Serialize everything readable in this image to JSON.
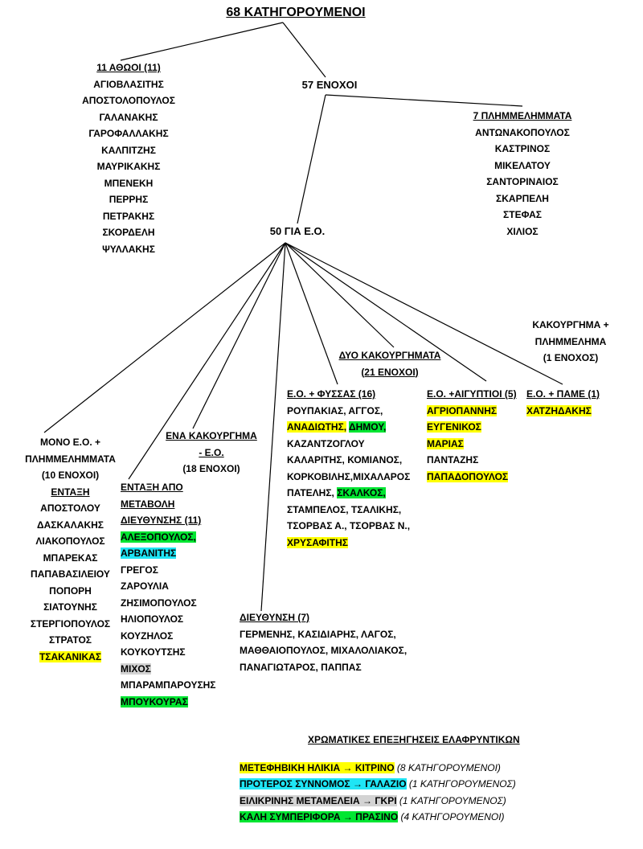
{
  "title": {
    "count": "68",
    "label": " ΚΑΤΗΓΟΡΟΥΜΕΝΟΙ"
  },
  "acquitted": {
    "heading": "11 ΑΘΩΟΙ (11)",
    "names": [
      "ΑΓΙΟΒΛΑΣΙΤΗΣ",
      "ΑΠΟΣΤΟΛΟΠΟΥΛΟΣ",
      "ΓΑΛΑΝΑΚΗΣ",
      "ΓΑΡΟΦΑΛΛΑΚΗΣ",
      "ΚΑΛΠΙΤΖΗΣ",
      "ΜΑΥΡΙΚΑΚΗΣ",
      "ΜΠΕΝΕΚΗ",
      "ΠΕΡΡΗΣ",
      "ΠΕΤΡΑΚΗΣ",
      "ΣΚΟΡΔΕΛΗ",
      "ΨΥΛΛΑΚΗΣ"
    ]
  },
  "guilty": {
    "label": "57 ΕΝΟΧΟΙ"
  },
  "misdemeanors": {
    "heading": "7 ΠΛΗΜΜΕΛΗΜΜΑΤΑ",
    "names": [
      "ΑΝΤΩΝΑΚΟΠΟΥΛΟΣ",
      "ΚΑΣΤΡΙΝΟΣ",
      "ΜΙΚΕΛΑΤΟΥ",
      "ΣΑΝΤΟΡΙΝΑΙΟΣ",
      "ΣΚΑΡΠΕΛΗ",
      "ΣΤΕΦΑΣ",
      "ΧΙΛΙΟΣ"
    ]
  },
  "crim_org": {
    "label": "50 ΓΙΑ Ε.Ο."
  },
  "mono": {
    "heading_lines": [
      "ΜΟΝΟ Ε.Ο. +",
      "ΠΛΗΜΜΕΛΗΜΜΑΤΑ",
      "(10 ΕΝΟΧΟΙ)"
    ],
    "sub": "ΕΝΤΑΞΗ",
    "names": [
      {
        "t": "ΑΠΟΣΤΟΛΟΥ"
      },
      {
        "t": "ΔΑΣΚΑΛΑΚΗΣ"
      },
      {
        "t": "ΛΙΑΚΟΠΟΥΛΟΣ"
      },
      {
        "t": "ΜΠΑΡΕΚΑΣ"
      },
      {
        "t": "ΠΑΠΑΒΑΣΙΛΕΙΟΥ"
      },
      {
        "t": "ΠΟΠΟΡΗ"
      },
      {
        "t": "ΣΙΑΤΟΥΝΗΣ"
      },
      {
        "t": "ΣΤΕΡΓΙΟΠΟΥΛΟΣ"
      },
      {
        "t": "ΣΤΡΑΤΟΣ"
      },
      {
        "t": "ΤΣΑΚΑΝΙΚΑΣ",
        "c": "y"
      }
    ]
  },
  "one_felony": {
    "heading_lines": [
      "ΕΝΑ ΚΑΚΟΥΡΓΗΜΑ",
      "- Ε.Ο.",
      "(18 ΕΝΟΧΟΙ)"
    ]
  },
  "membership": {
    "heading_lines": [
      "ΕΝΤΑΞΗ ΑΠΟ",
      "ΜΕΤΑΒΟΛΗ",
      "ΔΙΕΥΘΥΝΣΗΣ (11)"
    ],
    "names": [
      {
        "t": "ΑΛΕΞΟΠΟΥΛΟΣ,",
        "c": "g"
      },
      {
        "t": "ΑΡΒΑΝΙΤΗΣ",
        "c": "b"
      },
      {
        "t": "ΓΡΕΓΟΣ"
      },
      {
        "t": "ΖΑΡΟΥΛΙΑ"
      },
      {
        "t": "ΖΗΣΙΜΟΠΟΥΛΟΣ"
      },
      {
        "t": "ΗΛΙΟΠΟΥΛΟΣ"
      },
      {
        "t": "ΚΟΥΖΗΛΟΣ"
      },
      {
        "t": "ΚΟΥΚΟΥΤΣΗΣ"
      },
      {
        "t": "ΜΙΧΟΣ",
        "c": "gr"
      },
      {
        "t": "ΜΠΑΡΑΜΠΑΡΟΥΣΗΣ"
      },
      {
        "t": "ΜΠΟΥΚΟΥΡΑΣ",
        "c": "g"
      }
    ]
  },
  "leadership": {
    "heading": "ΔΙΕΥΘΥΝΣΗ (7)",
    "lines": [
      "ΓΕΡΜΕΝΗΣ, ΚΑΣΙΔΙΑΡΗΣ, ΛΑΓΟΣ,",
      "ΜΑΘΘΑΙΟΠΟΥΛΟΣ, ΜΙΧΑΛΟΛΙΑΚΟΣ,",
      "ΠΑΝΑΓΙΩΤΑΡΟΣ, ΠΑΠΠΑΣ"
    ]
  },
  "two_felonies": {
    "heading_lines": [
      "ΔΥΟ ΚΑΚΟΥΡΓΗΜΑΤΑ",
      "(21 ΕΝΟΧΟΙ)"
    ]
  },
  "fyssas": {
    "heading": "Ε.Ο. + ΦΥΣΣΑΣ (16)",
    "lines": [
      [
        {
          "t": "ΡΟΥΠΑΚΙΑΣ, ΑΓΓΟΣ,"
        }
      ],
      [
        {
          "t": "ΑΝΑΔΙΩΤΗΣ,",
          "c": "y"
        },
        {
          "t": " "
        },
        {
          "t": "ΔΗΜΟΥ,",
          "c": "g"
        }
      ],
      [
        {
          "t": "ΚΑΖΑΝΤΖΟΓΛΟΥ"
        }
      ],
      [
        {
          "t": "ΚΑΛΑΡΙΤΗΣ, ΚΟΜΙΑΝΟΣ,"
        }
      ],
      [
        {
          "t": "ΚΟΡΚΟΒΙΛΗΣ,ΜΙΧΑΛΑΡΟΣ"
        }
      ],
      [
        {
          "t": "ΠΑΤΕΛΗΣ, "
        },
        {
          "t": "ΣΚΑΛΚΟΣ,",
          "c": "g"
        }
      ],
      [
        {
          "t": "ΣΤΑΜΠΕΛΟΣ, ΤΣΑΛΙΚΗΣ,"
        }
      ],
      [
        {
          "t": "ΤΣΟΡΒΑΣ Α., ΤΣΟΡΒΑΣ Ν.,"
        }
      ],
      [
        {
          "t": "ΧΡΥΣΑΦΙΤΗΣ",
          "c": "y"
        }
      ]
    ]
  },
  "egyptians": {
    "heading": "Ε.Ο. +ΑΙΓΥΠΤΙΟΙ (5)",
    "names": [
      {
        "t": "ΑΓΡΙΟΠΑΝΝΗΣ",
        "c": "y"
      },
      {
        "t": "ΕΥΓΕΝΙΚΟΣ",
        "c": "y"
      },
      {
        "t": "ΜΑΡΙΑΣ",
        "c": "y"
      },
      {
        "t": "ΠΑΝΤΑΖΗΣ"
      },
      {
        "t": "ΠΑΠΑΔΟΠΟΥΛΟΣ",
        "c": "y"
      }
    ]
  },
  "pame": {
    "heading": "Ε.Ο. + ΠΑΜΕ (1)",
    "names": [
      {
        "t": "ΧΑΤΖΗΔΑΚΗΣ",
        "c": "y"
      }
    ]
  },
  "felony_misdemeanor": {
    "heading_lines": [
      "ΚΑΚΟΥΡΓΗΜΑ +",
      "ΠΛΗΜΜΕΛΗΜΑ",
      "(1 ΕΝΟΧΟΣ)"
    ]
  },
  "legend": {
    "heading": "ΧΡΩΜΑΤΙΚΕΣ ΕΠΕΞΗΓΗΣΕΙΣ ΕΛΑΦΡΥΝΤΙΚΩΝ",
    "items": [
      {
        "label": "ΜΕΤΕΦΗΒΙΚΗ ΗΛΙΚΙΑ → ΚΙΤΡΙΝΟ",
        "note": " (8 ΚΑΤΗΓΟΡΟΥΜΕΝΟΙ)",
        "c": "y"
      },
      {
        "label": "ΠΡΟΤΕΡΟΣ ΣΥΝΝΟΜΟΣ → ΓΑΛΑΖΙΟ",
        "note": " (1 ΚΑΤΗΓΟΡΟΥΜΕΝΟΣ)",
        "c": "b"
      },
      {
        "label": "ΕΙΛΙΚΡΙΝΗΣ ΜΕΤΑΜΕΛΕΙΑ → ΓΚΡΙ",
        "note": " (1 ΚΑΤΗΓΟΡΟΥΜΕΝΟΣ)",
        "c": "gr"
      },
      {
        "label": "ΚΑΛΗ ΣΥΜΠΕΡΙΦΟΡΑ → ΠΡΑΣΙΝΟ",
        "note": " (4 ΚΑΤΗΓΟΡΟΥΜΕΝΟΙ)",
        "c": "g"
      }
    ],
    "colors": {
      "y": "#ffff00",
      "b": "#1fe5f5",
      "gr": "#d3d3d3",
      "g": "#00e632"
    }
  }
}
